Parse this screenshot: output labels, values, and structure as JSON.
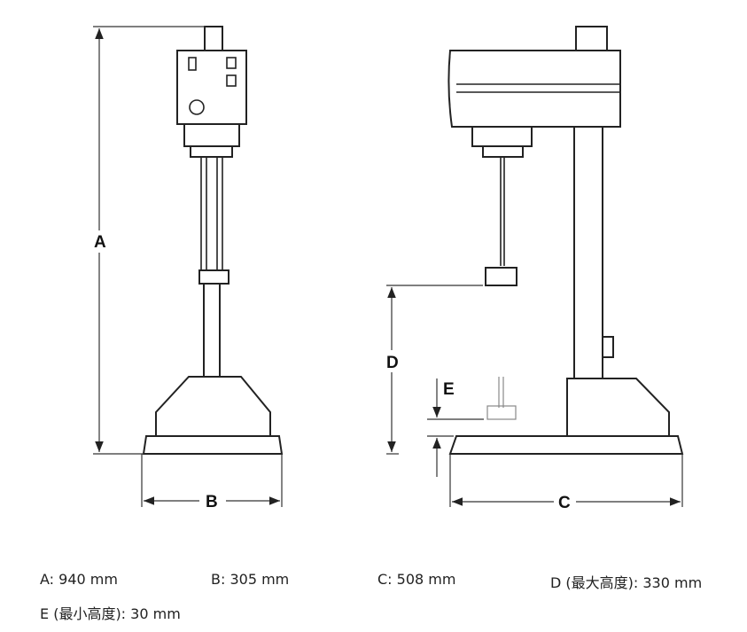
{
  "diagram": {
    "labels": {
      "a": "A",
      "b": "B",
      "c": "C",
      "d": "D",
      "e": "E"
    }
  },
  "specs": [
    {
      "text": "A: 940 mm"
    },
    {
      "text": "B: 305 mm"
    },
    {
      "text": "C: 508 mm"
    },
    {
      "text": "D (最大高度): 330 mm"
    },
    {
      "text": "E (最小高度): 30 mm"
    }
  ]
}
